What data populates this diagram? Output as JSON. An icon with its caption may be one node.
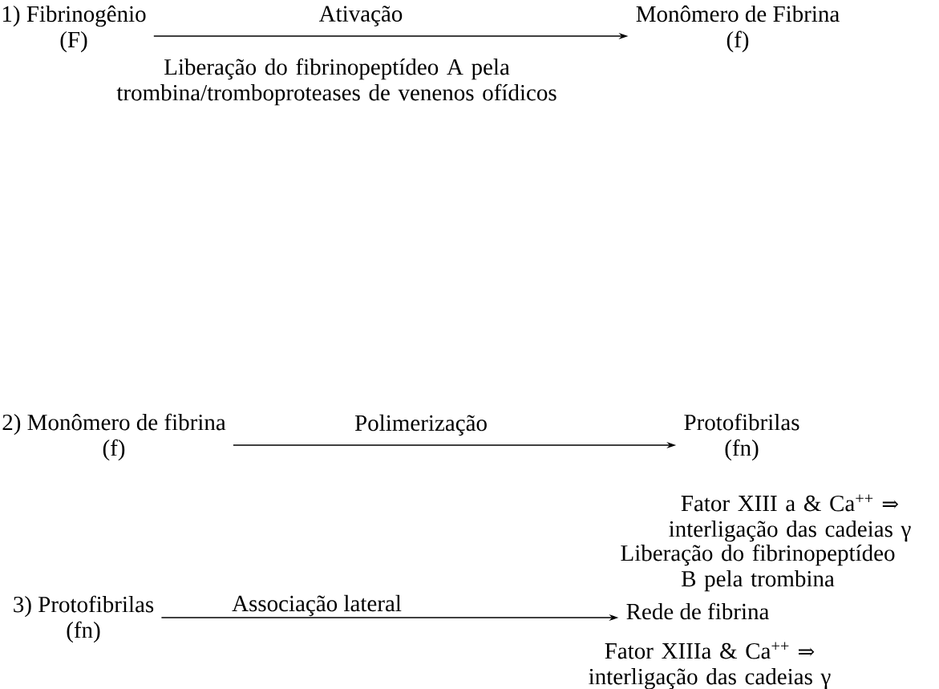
{
  "diagram": {
    "nodes": [
      {
        "text": [
          "1) Fibrinogênio",
          "(F)"
        ]
      },
      {
        "text": [
          "Monômero de Fibrina",
          "(f)"
        ]
      },
      {
        "text": [
          "2) Monômero de fibrina",
          "(f)"
        ]
      },
      {
        "text": [
          "Protofibrilas",
          "(fn)"
        ]
      },
      {
        "text": [
          "3) Protofibrilas",
          "(fn)"
        ]
      },
      {
        "text": [
          "Rede de fibrina"
        ]
      }
    ],
    "edges": [
      {
        "from": 0,
        "to": 1,
        "arrow": "to",
        "label": "Ativação"
      },
      {
        "from": 2,
        "to": 3,
        "arrow": "to",
        "label": "Polimerização"
      },
      {
        "from": 4,
        "to": 5,
        "arrow": "to",
        "label": "Associação lateral"
      }
    ],
    "labels": [
      "Liberação do fibrinopeptídeo A pela trombina/tromboproteases de venenos ofídicos",
      "Fator XIII a & Ca$^{++}$ ⇒ interligação das cadeias γ",
      "Liberação do fibrinopeptídeo B pela trombina",
      "Fator XIIIa & Ca$^{++}$ ⇒ interligação das cadeias γ"
    ]
  }
}
